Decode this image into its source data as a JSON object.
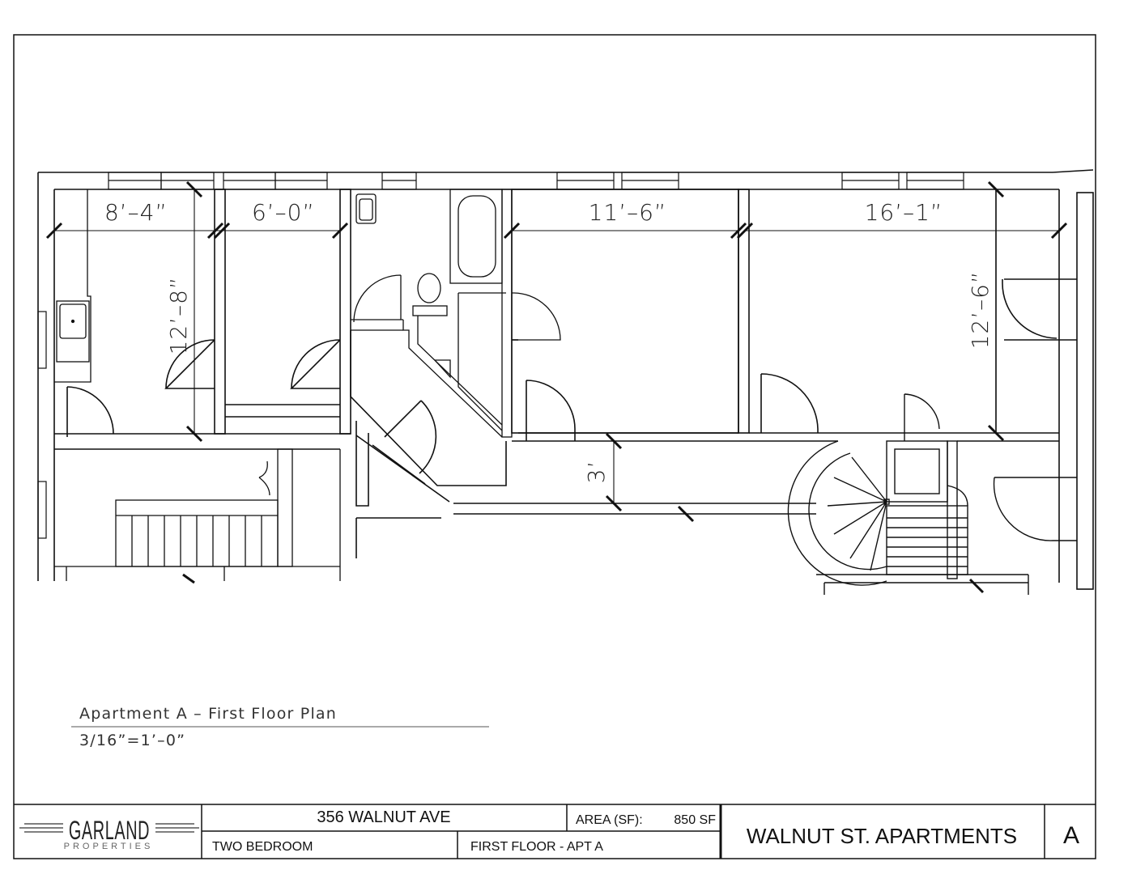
{
  "drawing": {
    "dimensions": {
      "kitchen_width": "8’–4”",
      "room2_width": "6’–0”",
      "bedroom1_width": "11’–6”",
      "bedroom2_width": "16’–1”",
      "kitchen_depth": "12’–8”",
      "bedroom2_depth": "12’–6”",
      "hall_width": "3’"
    },
    "caption": {
      "title": "Apartment A – First Floor Plan",
      "scale": "3/16”=1’–0”"
    }
  },
  "title_block": {
    "logo_main": "GARLAND",
    "logo_sub": "PROPERTIES",
    "address": "356 WALNUT AVE",
    "area_label": "AREA (SF):",
    "area_value": "850 SF",
    "unit_type": "TWO BEDROOM",
    "floor": "FIRST FLOOR - APT A",
    "project": "WALNUT ST. APARTMENTS",
    "sheet": "A"
  }
}
